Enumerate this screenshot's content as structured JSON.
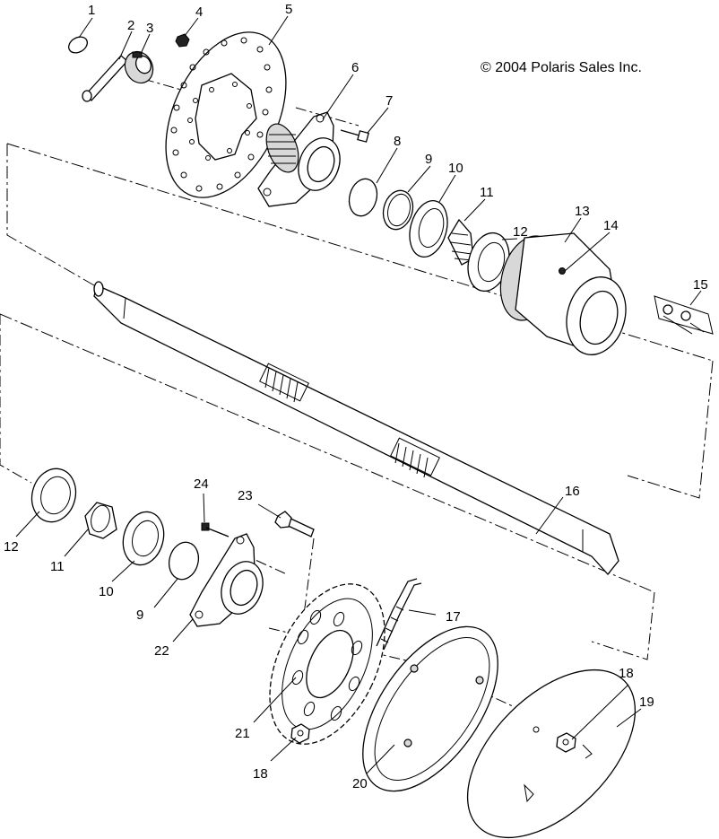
{
  "copyright": "© 2004 Polaris Sales Inc.",
  "callouts": [
    {
      "id": "c1",
      "text": "1"
    },
    {
      "id": "c2",
      "text": "2"
    },
    {
      "id": "c3",
      "text": "3"
    },
    {
      "id": "c4",
      "text": "4"
    },
    {
      "id": "c5",
      "text": "5"
    },
    {
      "id": "c6",
      "text": "6"
    },
    {
      "id": "c7",
      "text": "7"
    },
    {
      "id": "c8",
      "text": "8"
    },
    {
      "id": "c9a",
      "text": "9"
    },
    {
      "id": "c10a",
      "text": "10"
    },
    {
      "id": "c11a",
      "text": "11"
    },
    {
      "id": "c12a",
      "text": "12"
    },
    {
      "id": "c13",
      "text": "13"
    },
    {
      "id": "c14",
      "text": "14"
    },
    {
      "id": "c15",
      "text": "15"
    },
    {
      "id": "c16",
      "text": "16"
    },
    {
      "id": "c12b",
      "text": "12"
    },
    {
      "id": "c11b",
      "text": "11"
    },
    {
      "id": "c10b",
      "text": "10"
    },
    {
      "id": "c9b",
      "text": "9"
    },
    {
      "id": "c22",
      "text": "22"
    },
    {
      "id": "c24",
      "text": "24"
    },
    {
      "id": "c23",
      "text": "23"
    },
    {
      "id": "c17",
      "text": "17"
    },
    {
      "id": "c21",
      "text": "21"
    },
    {
      "id": "c18a",
      "text": "18"
    },
    {
      "id": "c20",
      "text": "20"
    },
    {
      "id": "c18b",
      "text": "18"
    },
    {
      "id": "c19",
      "text": "19"
    }
  ]
}
